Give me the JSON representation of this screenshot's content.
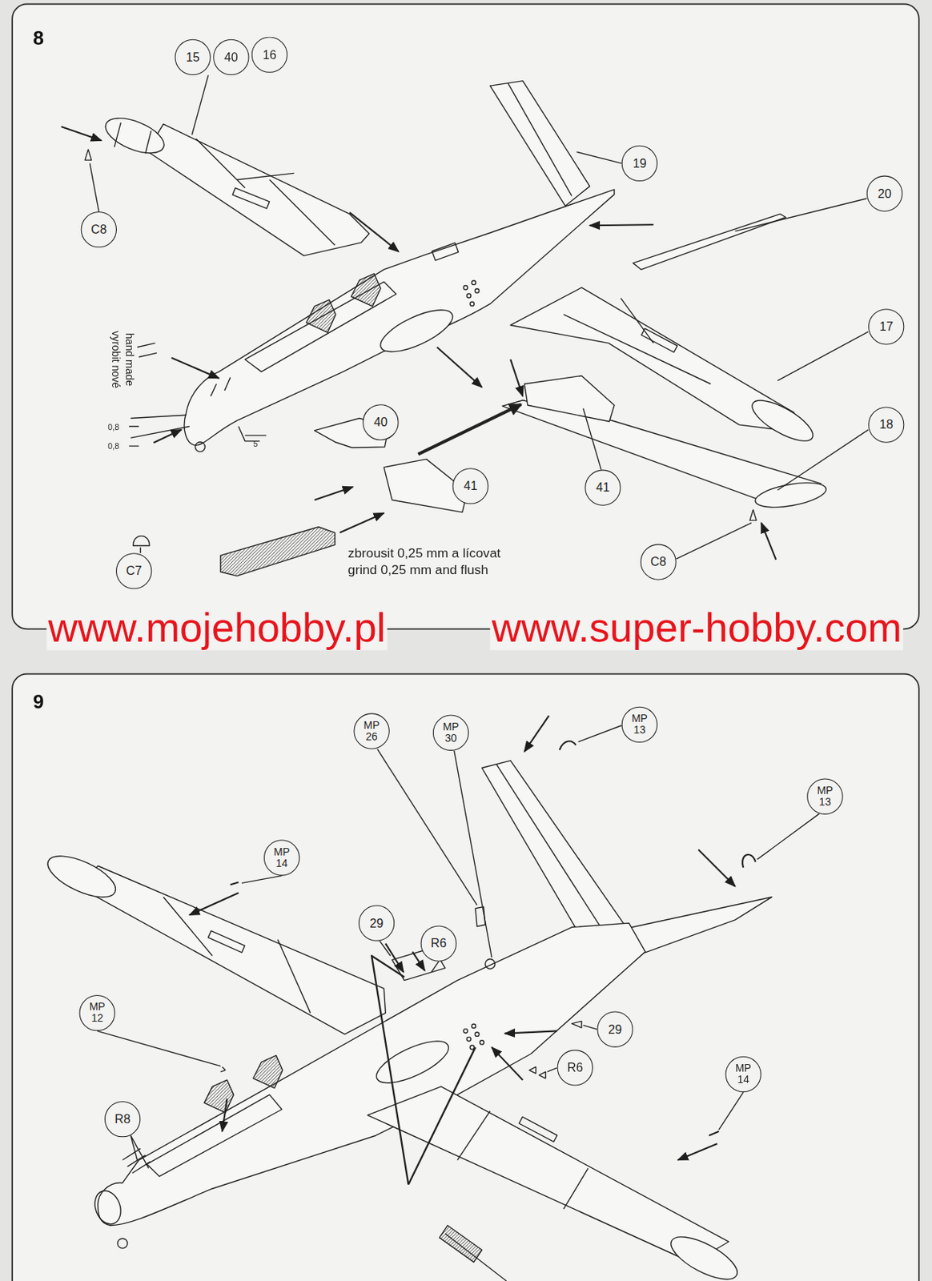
{
  "diagram": {
    "nodes": [
      {
        "text": [
          "15"
        ]
      },
      {
        "text": [
          "40"
        ]
      },
      {
        "text": [
          "16"
        ]
      },
      {
        "text": [
          "19"
        ]
      },
      {
        "text": [
          "20"
        ]
      },
      {
        "text": [
          "C8"
        ]
      },
      {
        "text": [
          "17"
        ]
      },
      {
        "text": [
          "40"
        ]
      },
      {
        "text": [
          "18"
        ]
      },
      {
        "text": [
          "41"
        ]
      },
      {
        "text": [
          "41"
        ]
      },
      {
        "text": [
          "C8"
        ]
      },
      {
        "text": [
          "C7"
        ]
      },
      {
        "text": [
          "MP 13"
        ]
      },
      {
        "text": [
          "MP 26"
        ]
      },
      {
        "text": [
          "MP 30"
        ]
      },
      {
        "text": [
          "MP 13"
        ]
      },
      {
        "text": [
          "MP 14"
        ]
      },
      {
        "text": [
          "29"
        ]
      },
      {
        "text": [
          "R6"
        ]
      },
      {
        "text": [
          "MP 12"
        ]
      },
      {
        "text": [
          "29"
        ]
      },
      {
        "text": [
          "R6"
        ]
      },
      {
        "text": [
          "MP 14"
        ]
      },
      {
        "text": [
          "R8"
        ]
      }
    ],
    "labels": [
      "8",
      "vyrobit nové",
      "hand made",
      "0,8",
      "0,8",
      "5",
      "zbrousit 0,25 mm a lícovat",
      "grind 0,25 mm and flush",
      "www.mojehobby.pl",
      "www.super-hobby.com",
      "9"
    ]
  }
}
